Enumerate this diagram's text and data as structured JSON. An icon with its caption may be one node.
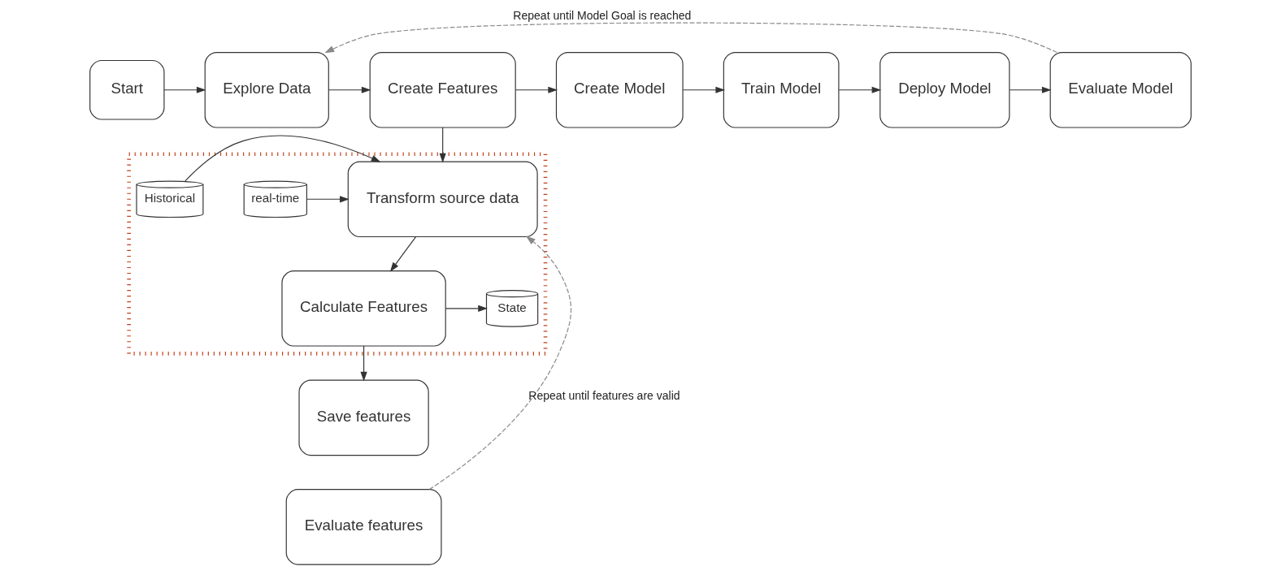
{
  "diagram": {
    "nodes": [
      {
        "text": [
          "Start"
        ]
      },
      {
        "text": [
          "Explore Data"
        ]
      },
      {
        "text": [
          "Create Features"
        ]
      },
      {
        "text": [
          "Create Model"
        ]
      },
      {
        "text": [
          "Train Model"
        ]
      },
      {
        "text": [
          "Deploy Model"
        ]
      },
      {
        "text": [
          "Evaluate Model"
        ]
      },
      {
        "text": [],
        "shape": "box"
      },
      {
        "text": [
          "Transform source data"
        ],
        "in": 7
      },
      {
        "text": [
          "real-time"
        ],
        "in": 7
      },
      {
        "text": [
          "Historical"
        ],
        "in": 7
      },
      {
        "text": [
          "Calculate Features"
        ],
        "in": 7
      },
      {
        "text": [
          "State"
        ],
        "in": 7
      },
      {
        "text": [
          "Save features"
        ]
      },
      {
        "text": [
          "Evaluate features"
        ]
      }
    ],
    "edges": [
      {
        "from": 0,
        "to": 1,
        "arrow": "to"
      },
      {
        "from": 1,
        "to": 2,
        "arrow": "to"
      },
      {
        "from": 2,
        "to": 3,
        "arrow": "to"
      },
      {
        "from": 3,
        "to": 4,
        "arrow": "to"
      },
      {
        "from": 4,
        "to": 5,
        "arrow": "to"
      },
      {
        "from": 5,
        "to": 6,
        "arrow": "to"
      },
      {
        "from": 6,
        "to": 1,
        "arrow": "to",
        "label": "Repeat until Model Goal is reached",
        "style": "dashed",
        "color": "#888888"
      },
      {
        "from": 2,
        "to": 8,
        "arrow": "to"
      },
      {
        "from": 9,
        "to": 8,
        "arrow": "to"
      },
      {
        "from": 10,
        "to": 8,
        "arrow": "to"
      },
      {
        "from": 8,
        "to": 11,
        "arrow": "to"
      },
      {
        "from": 11,
        "to": 12,
        "arrow": "to"
      },
      {
        "from": 11,
        "to": 13,
        "arrow": "to"
      },
      {
        "from": 14,
        "to": 8,
        "arrow": "to",
        "label": "Repeat until features are valid",
        "style": "dashed",
        "color": "#888888"
      }
    ]
  }
}
